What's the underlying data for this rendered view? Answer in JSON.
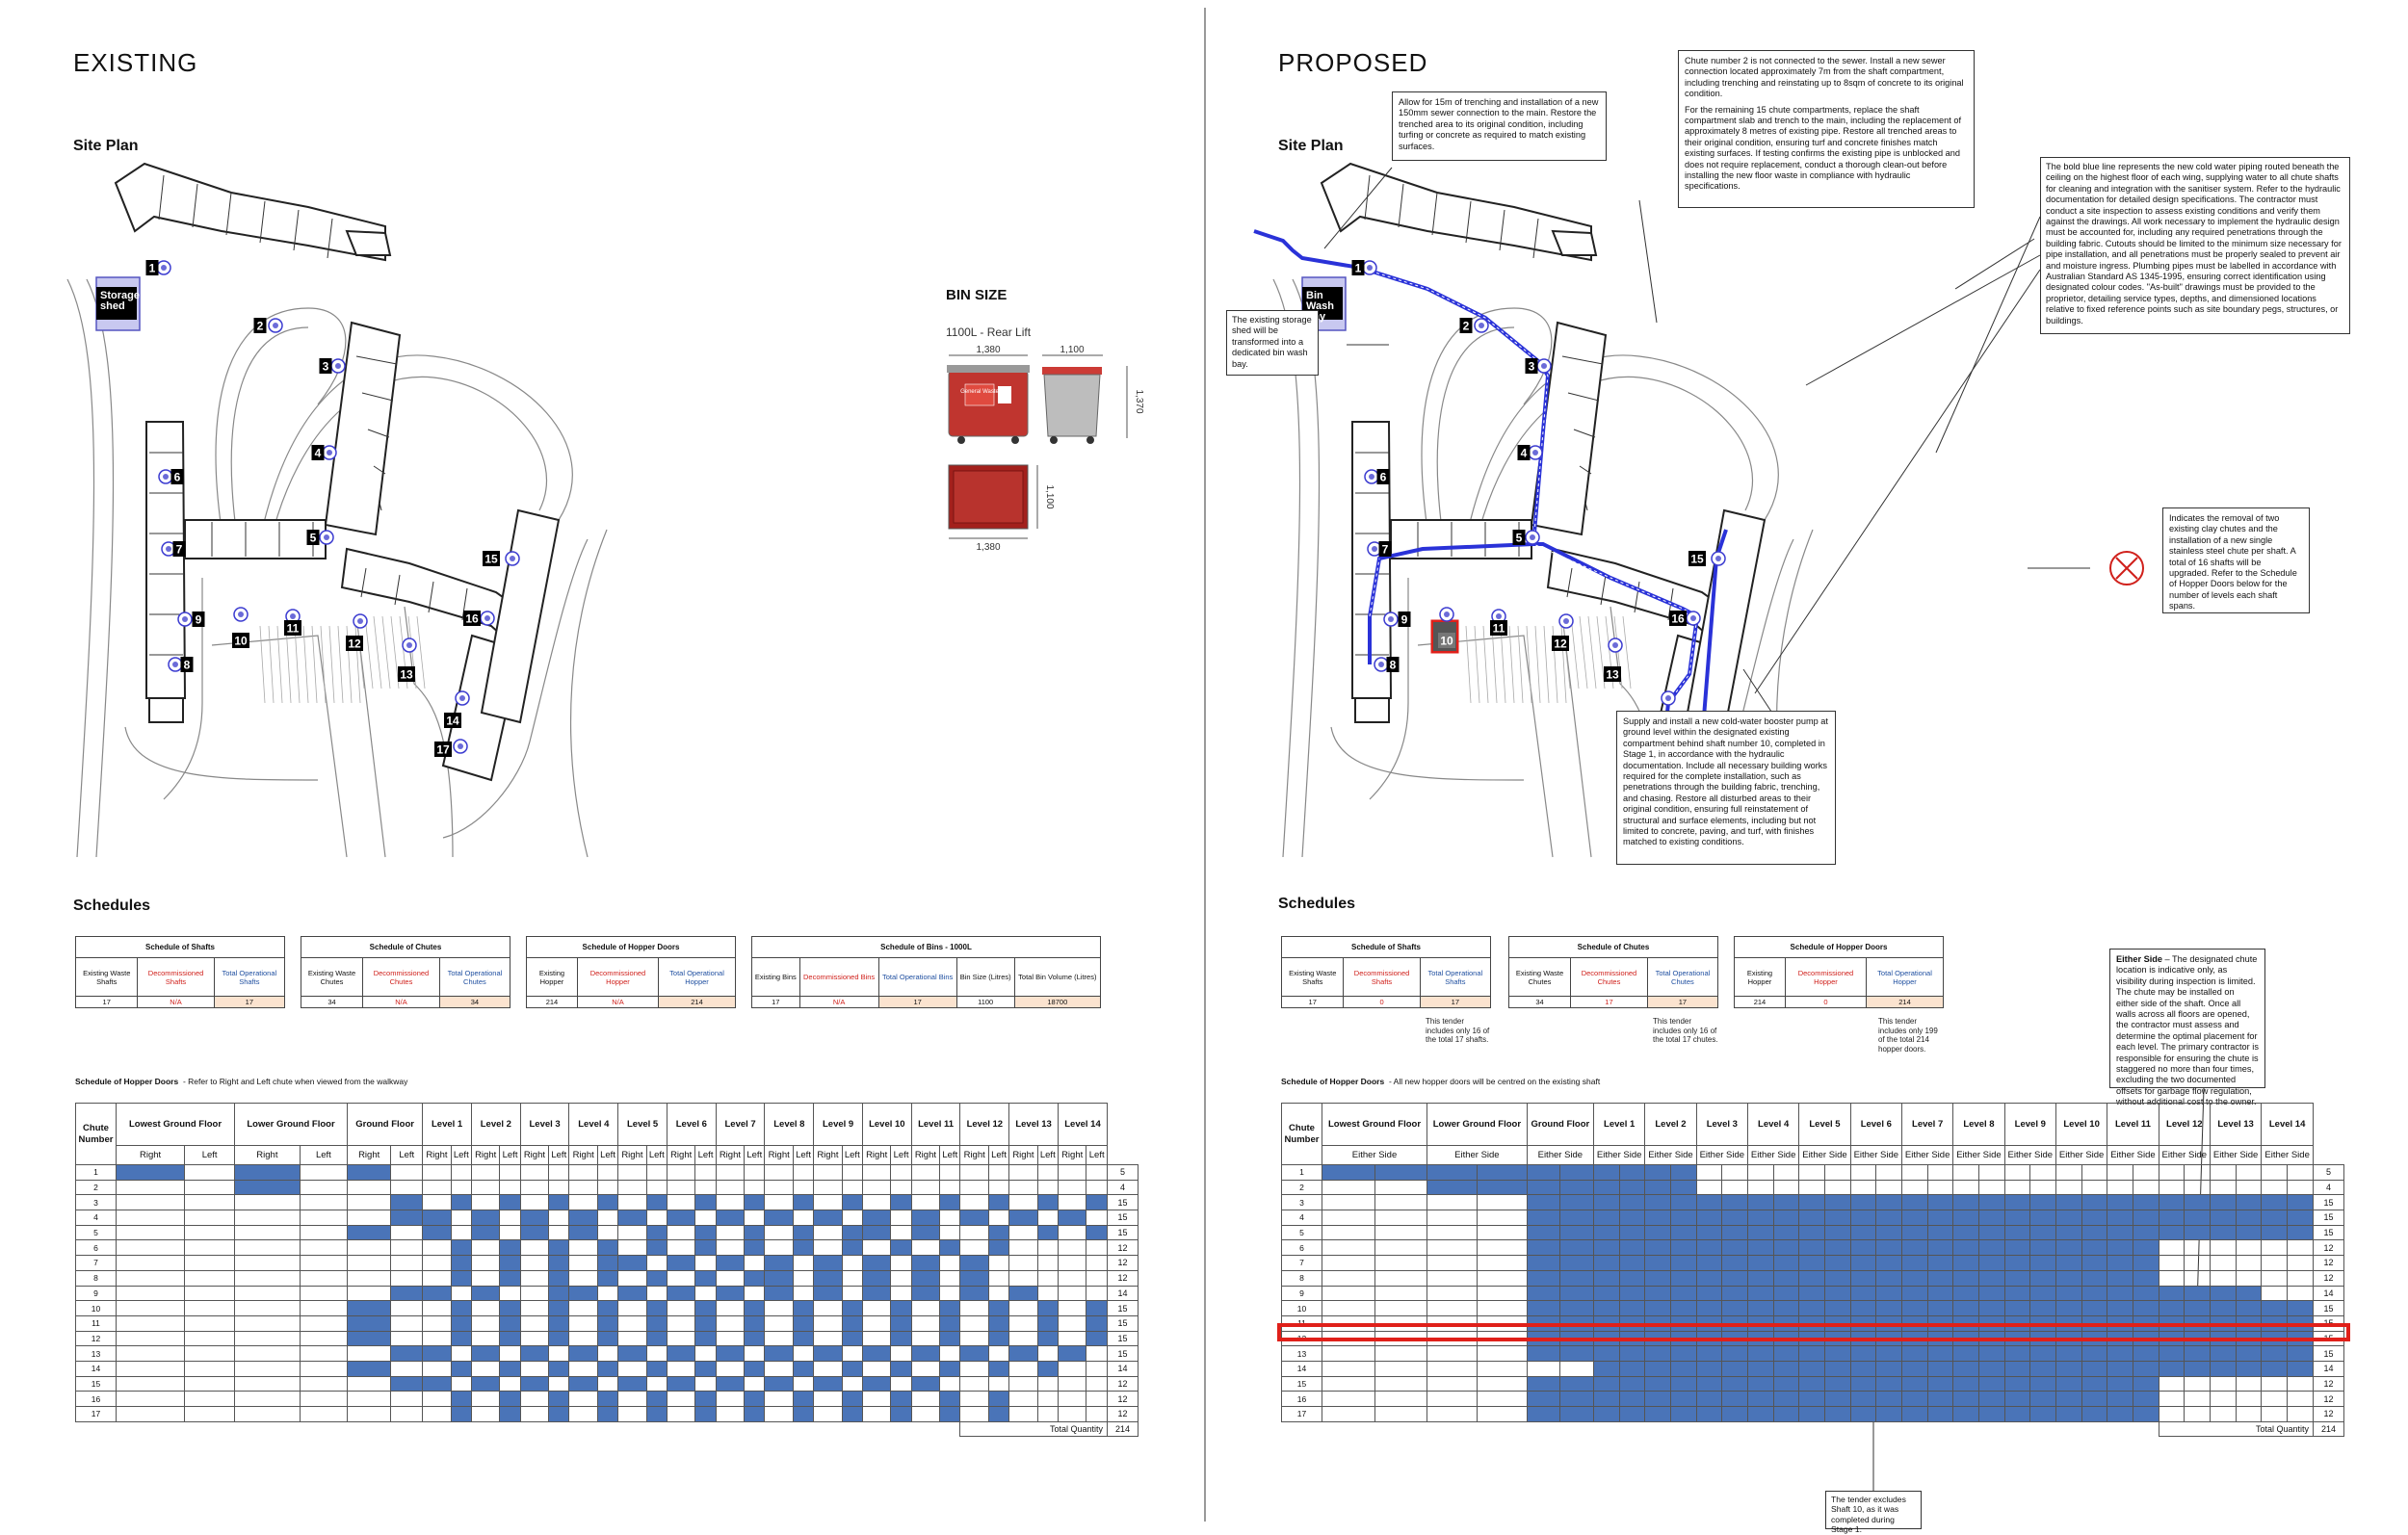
{
  "left": {
    "heading": "EXISTING",
    "site_plan_label": "Site Plan",
    "storage_label": "Storage shed",
    "bin_size": {
      "title": "BIN SIZE",
      "subtitle": "1100L - Rear Lift",
      "dims": [
        "1,380",
        "1,100",
        "1,370",
        "1,100",
        "1,380"
      ],
      "red_bin_text": "General Waste"
    },
    "schedules_label": "Schedules",
    "hopper_schedule_title": "Schedule of Hopper Doors",
    "hopper_schedule_note": "- Refer to Right and Left chute when viewed from the walkway",
    "shafts": {
      "title": "Schedule of Shafts",
      "cols": [
        "Existing Waste Shafts",
        "Decommissioned Shafts",
        "Total Operational Shafts"
      ],
      "vals": [
        "17",
        "N/A",
        "17"
      ]
    },
    "chutes": {
      "title": "Schedule of Chutes",
      "cols": [
        "Existing Waste Chutes",
        "Decommissioned Chutes",
        "Total Operational Chutes"
      ],
      "vals": [
        "34",
        "N/A",
        "34"
      ]
    },
    "hoppers": {
      "title": "Schedule of Hopper Doors",
      "cols": [
        "Existing Hopper",
        "Decommissioned Hopper",
        "Total Operational Hopper"
      ],
      "vals": [
        "214",
        "N/A",
        "214"
      ]
    },
    "bins": {
      "title": "Schedule of Bins - 1000L",
      "cols": [
        "Existing Bins",
        "Decommissioned Bins",
        "Total Operational Bins",
        "Bin Size (Litres)",
        "Total Bin Volume (Litres)"
      ],
      "vals": [
        "17",
        "N/A",
        "17",
        "1100",
        "18700"
      ]
    },
    "sub_headers": [
      "Right",
      "Left"
    ]
  },
  "right": {
    "heading": "PROPOSED",
    "site_plan_label": "Site Plan",
    "bin_wash_label": "Bin Wash Bay",
    "schedules_label": "Schedules",
    "hopper_schedule_title": "Schedule of Hopper Doors",
    "hopper_schedule_note": "- All new hopper doors will be centred on the existing shaft",
    "shafts": {
      "title": "Schedule of Shafts",
      "cols": [
        "Existing Waste Shafts",
        "Decommissioned Shafts",
        "Total Operational Shafts"
      ],
      "vals": [
        "17",
        "0",
        "17"
      ],
      "note": "This tender includes only 16 of the total 17 shafts."
    },
    "chutes": {
      "title": "Schedule of Chutes",
      "cols": [
        "Existing Waste Chutes",
        "Decommissioned Chutes",
        "Total Operational Chutes"
      ],
      "vals": [
        "34",
        "17",
        "17"
      ],
      "note": "This tender includes only 16 of the total 17 chutes."
    },
    "hoppers": {
      "title": "Schedule of Hopper Doors",
      "cols": [
        "Existing Hopper",
        "Decommissioned Hopper",
        "Total Operational Hopper"
      ],
      "vals": [
        "214",
        "0",
        "214"
      ],
      "note": "This tender includes only 199 of the total 214 hopper doors."
    },
    "sub_header": "Either Side",
    "notes": {
      "trenching": "Allow for 15m of trenching and installation of a new 150mm sewer connection to the main. Restore the trenched area to its original condition, including turfing or concrete as required to match existing surfaces.",
      "chute2_p1": "Chute number 2 is not connected to the sewer. Install a new sewer connection located approximately 7m from the shaft compartment, including trenching and reinstating up to 8sqm of concrete to its original condition.",
      "chute2_p2": "For the remaining 15 chute compartments, replace the shaft compartment slab and trench to the main, including the replacement of approximately 8 metres of existing pipe. Restore all trenched areas to their original condition, ensuring turf and concrete finishes match existing surfaces. If testing confirms the existing pipe is unblocked and does not require replacement, conduct a thorough clean-out before installing the new floor waste in compliance with hydraulic specifications.",
      "blue_line": "The bold blue line represents the new cold water piping routed beneath the ceiling on the highest floor of each wing, supplying water to all chute shafts for cleaning and integration with the sanitiser system. Refer to the hydraulic documentation for detailed design specifications. The contractor must conduct a site inspection to assess existing conditions and verify them against the drawings. All work necessary to implement the hydraulic design must be accounted for, including any required penetrations through the building fabric. Cutouts should be limited to the minimum size necessary for pipe installation, and all penetrations must be properly sealed to prevent air and moisture ingress. Plumbing pipes must be labelled in accordance with Australian Standard AS 1345-1995, ensuring correct identification using designated colour codes. \"As-built\" drawings must be provided to the proprietor, detailing service types, depths, and dimensioned locations relative to fixed reference points such as site boundary pegs, structures, or buildings.",
      "storage": "The existing storage shed will be transformed into a dedicated bin wash bay.",
      "removal": "Indicates the removal of two existing clay chutes and the installation of a new single stainless steel chute per shaft. A total of 16 shafts will be upgraded. Refer to the Schedule of Hopper Doors below for the number of levels each shaft spans.",
      "booster": "Supply and install a new cold-water booster pump at ground level within the designated existing compartment behind shaft number 10, completed in Stage 1, in accordance with the hydraulic documentation. Include all necessary building works required for the complete installation, such as penetrations through the building fabric, trenching, and chasing. Restore all disturbed areas to their original condition, ensuring full reinstatement of structural and surface elements, including but not limited to concrete, paving, and turf, with finishes matched to existing conditions.",
      "either_side_bold": "Either Side",
      "either_side": " – The designated chute location is indicative only, as visibility during inspection is limited. The chute may be installed on either side of the shaft. Once all walls across all floors are opened, the contractor must assess and determine the optimal placement for each level. The primary contractor is responsible for ensuring the chute is staggered no more than four times, excluding the two documented offsets for garbage flow regulation, without additional cost to the owner.",
      "excludes": "The tender excludes Shaft 10, as it was completed during Stage 1."
    }
  },
  "hopper_table": {
    "chute_header": "Chute Number",
    "levels": [
      "Lowest Ground Floor",
      "Lower Ground Floor",
      "Ground Floor",
      "Level 1",
      "Level 2",
      "Level 3",
      "Level 4",
      "Level 5",
      "Level 6",
      "Level 7",
      "Level 8",
      "Level 9",
      "Level 10",
      "Level 11",
      "Level 12",
      "Level 13",
      "Level 14"
    ],
    "rows": [
      {
        "chute": "1",
        "count": "5"
      },
      {
        "chute": "2",
        "count": "4"
      },
      {
        "chute": "3",
        "count": "15"
      },
      {
        "chute": "4",
        "count": "15"
      },
      {
        "chute": "5",
        "count": "15"
      },
      {
        "chute": "6",
        "count": "12"
      },
      {
        "chute": "7",
        "count": "12"
      },
      {
        "chute": "8",
        "count": "12"
      },
      {
        "chute": "9",
        "count": "14"
      },
      {
        "chute": "10",
        "count": "15"
      },
      {
        "chute": "11",
        "count": "15"
      },
      {
        "chute": "12",
        "count": "15"
      },
      {
        "chute": "13",
        "count": "15"
      },
      {
        "chute": "14",
        "count": "14"
      },
      {
        "chute": "15",
        "count": "12"
      },
      {
        "chute": "16",
        "count": "12"
      },
      {
        "chute": "17",
        "count": "12"
      }
    ],
    "total_label": "Total Quantity",
    "total": "214"
  },
  "plan_markers": [
    "1",
    "2",
    "3",
    "4",
    "5",
    "6",
    "7",
    "8",
    "9",
    "10",
    "11",
    "12",
    "13",
    "14",
    "15",
    "16",
    "17"
  ],
  "colors": {
    "fill": "#4a74b8",
    "highlight": "#e0201a",
    "dot": "#3b3bd0",
    "shed": "#c8c8f0",
    "tan": "#fbe3cf"
  }
}
